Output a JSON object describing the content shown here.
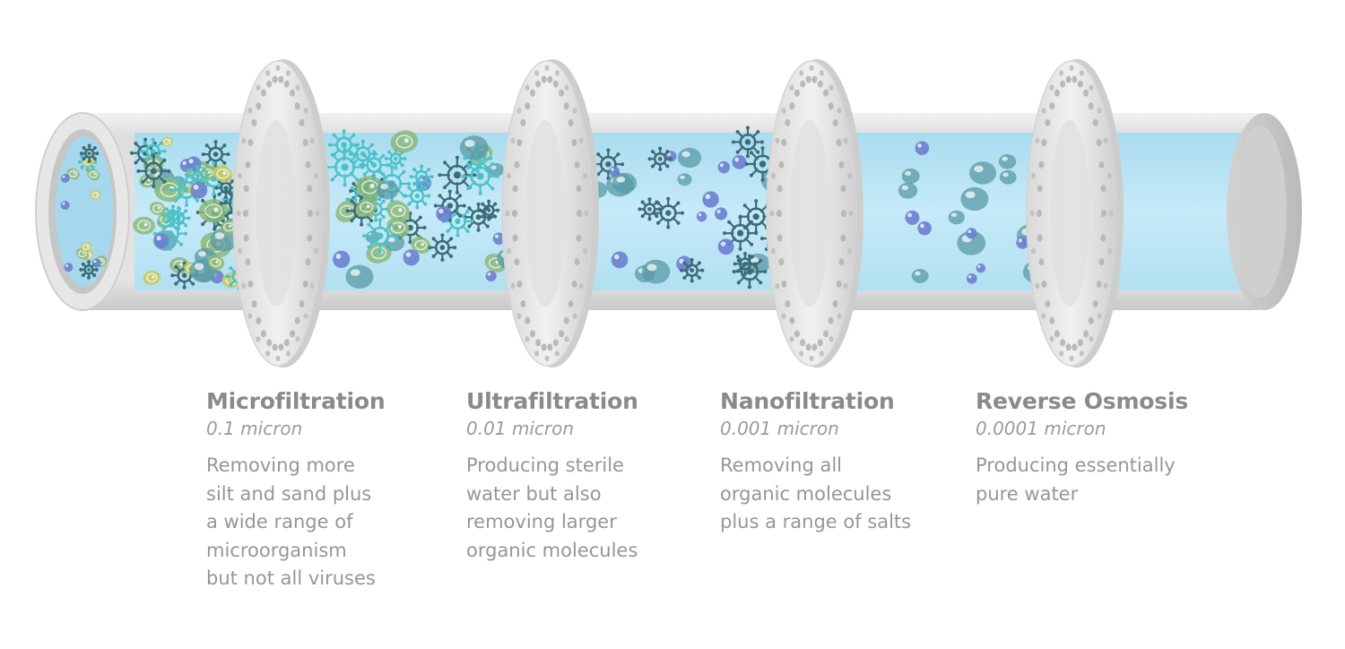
{
  "stages": [
    {
      "title": "Microfiltration",
      "pore_size": "0.1 micron",
      "description_lines": [
        "Removing more",
        "silt and sand plus",
        "a wide range of",
        "microorganism",
        "but not all viruses"
      ],
      "particle_level": "viruses, bacteria, organic molecules, salts"
    },
    {
      "title": "Ultrafiltration",
      "pore_size": "0.01 micron",
      "description_lines": [
        "Producing sterile",
        "water but also",
        "removing larger",
        "organic molecules"
      ],
      "particle_level": "viruses, organic molecules, salts"
    },
    {
      "title": "Nanofiltration",
      "pore_size": "0.001 micron",
      "description_lines": [
        "Removing all",
        "organic molecules",
        "plus a range of salts"
      ],
      "particle_level": "salts"
    },
    {
      "title": "Reverse Osmosis",
      "pore_size": "0.0001 micron",
      "description_lines": [
        "Producing essentially",
        "pure water"
      ],
      "particle_level": "few ions"
    }
  ],
  "colors": {
    "water": "#bfe6f5",
    "pipe": "#dcdcdc",
    "flange": "#eaeaea",
    "virus_dark": "#3d6b78",
    "virus_teal": "#4bc2c9",
    "bacteria_green": "#8bb97a",
    "bacteria_yellow": "#c9c85a",
    "molecule_teal": "#5a9aa6",
    "salt_blue": "#6b7fd0",
    "text_title": "#8a8a8a",
    "text_body": "#969696"
  }
}
